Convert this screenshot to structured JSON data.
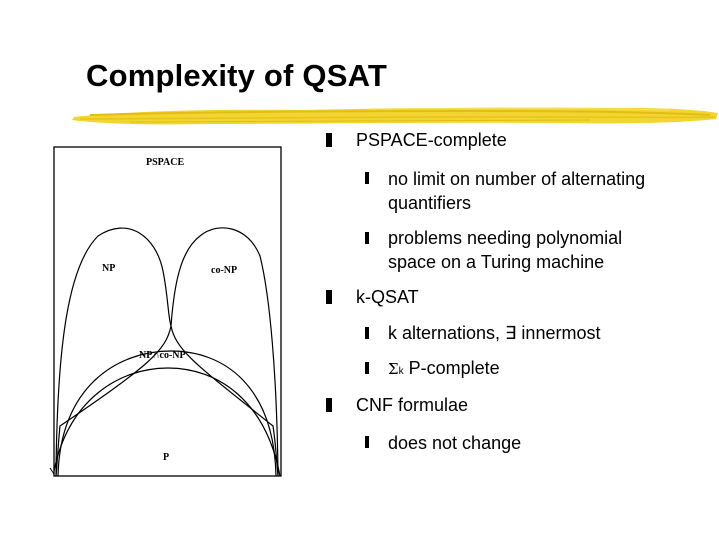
{
  "slide": {
    "title": "Complexity of QSAT"
  },
  "diagram": {
    "labels": {
      "pspace": "PSPACE",
      "np": "NP",
      "conp": "co-NP",
      "intersection": "NP∩co-NP",
      "p": "P"
    }
  },
  "bullets": {
    "item1": {
      "text": "PSPACE-complete",
      "sub1_line1": "no limit on number of alternating",
      "sub1_line2": "quantifiers",
      "sub2_line1": "problems needing polynomial",
      "sub2_line2": "space on a Turing machine"
    },
    "item2": {
      "text": "k-QSAT",
      "sub1": "k alternations, ∃ innermost",
      "sub2_sigma": "Σ",
      "sub2_k": "k",
      "sub2_rest": " P-complete"
    },
    "item3": {
      "text": "CNF formulae",
      "sub1": "does not change"
    }
  },
  "colors": {
    "highlight": "#f2d531",
    "highlight_dark": "#e3be12"
  }
}
